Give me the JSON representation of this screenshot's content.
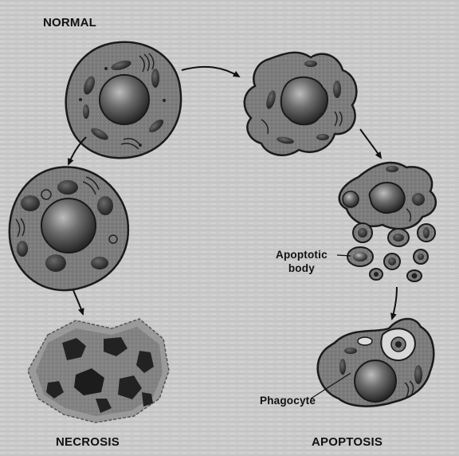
{
  "labels": {
    "normal": "NORMAL",
    "necrosis": "NECROSIS",
    "apoptosis": "APOPTOSIS",
    "apoptotic_body_line1": "Apoptotic",
    "apoptotic_body_line2": "body",
    "phagocyte": "Phagocyte"
  },
  "colors": {
    "background": "#c9c9c9",
    "cell_fill": "#7a7a7a",
    "organelle": "#2c2c2c",
    "outline": "#1a1a1a"
  }
}
